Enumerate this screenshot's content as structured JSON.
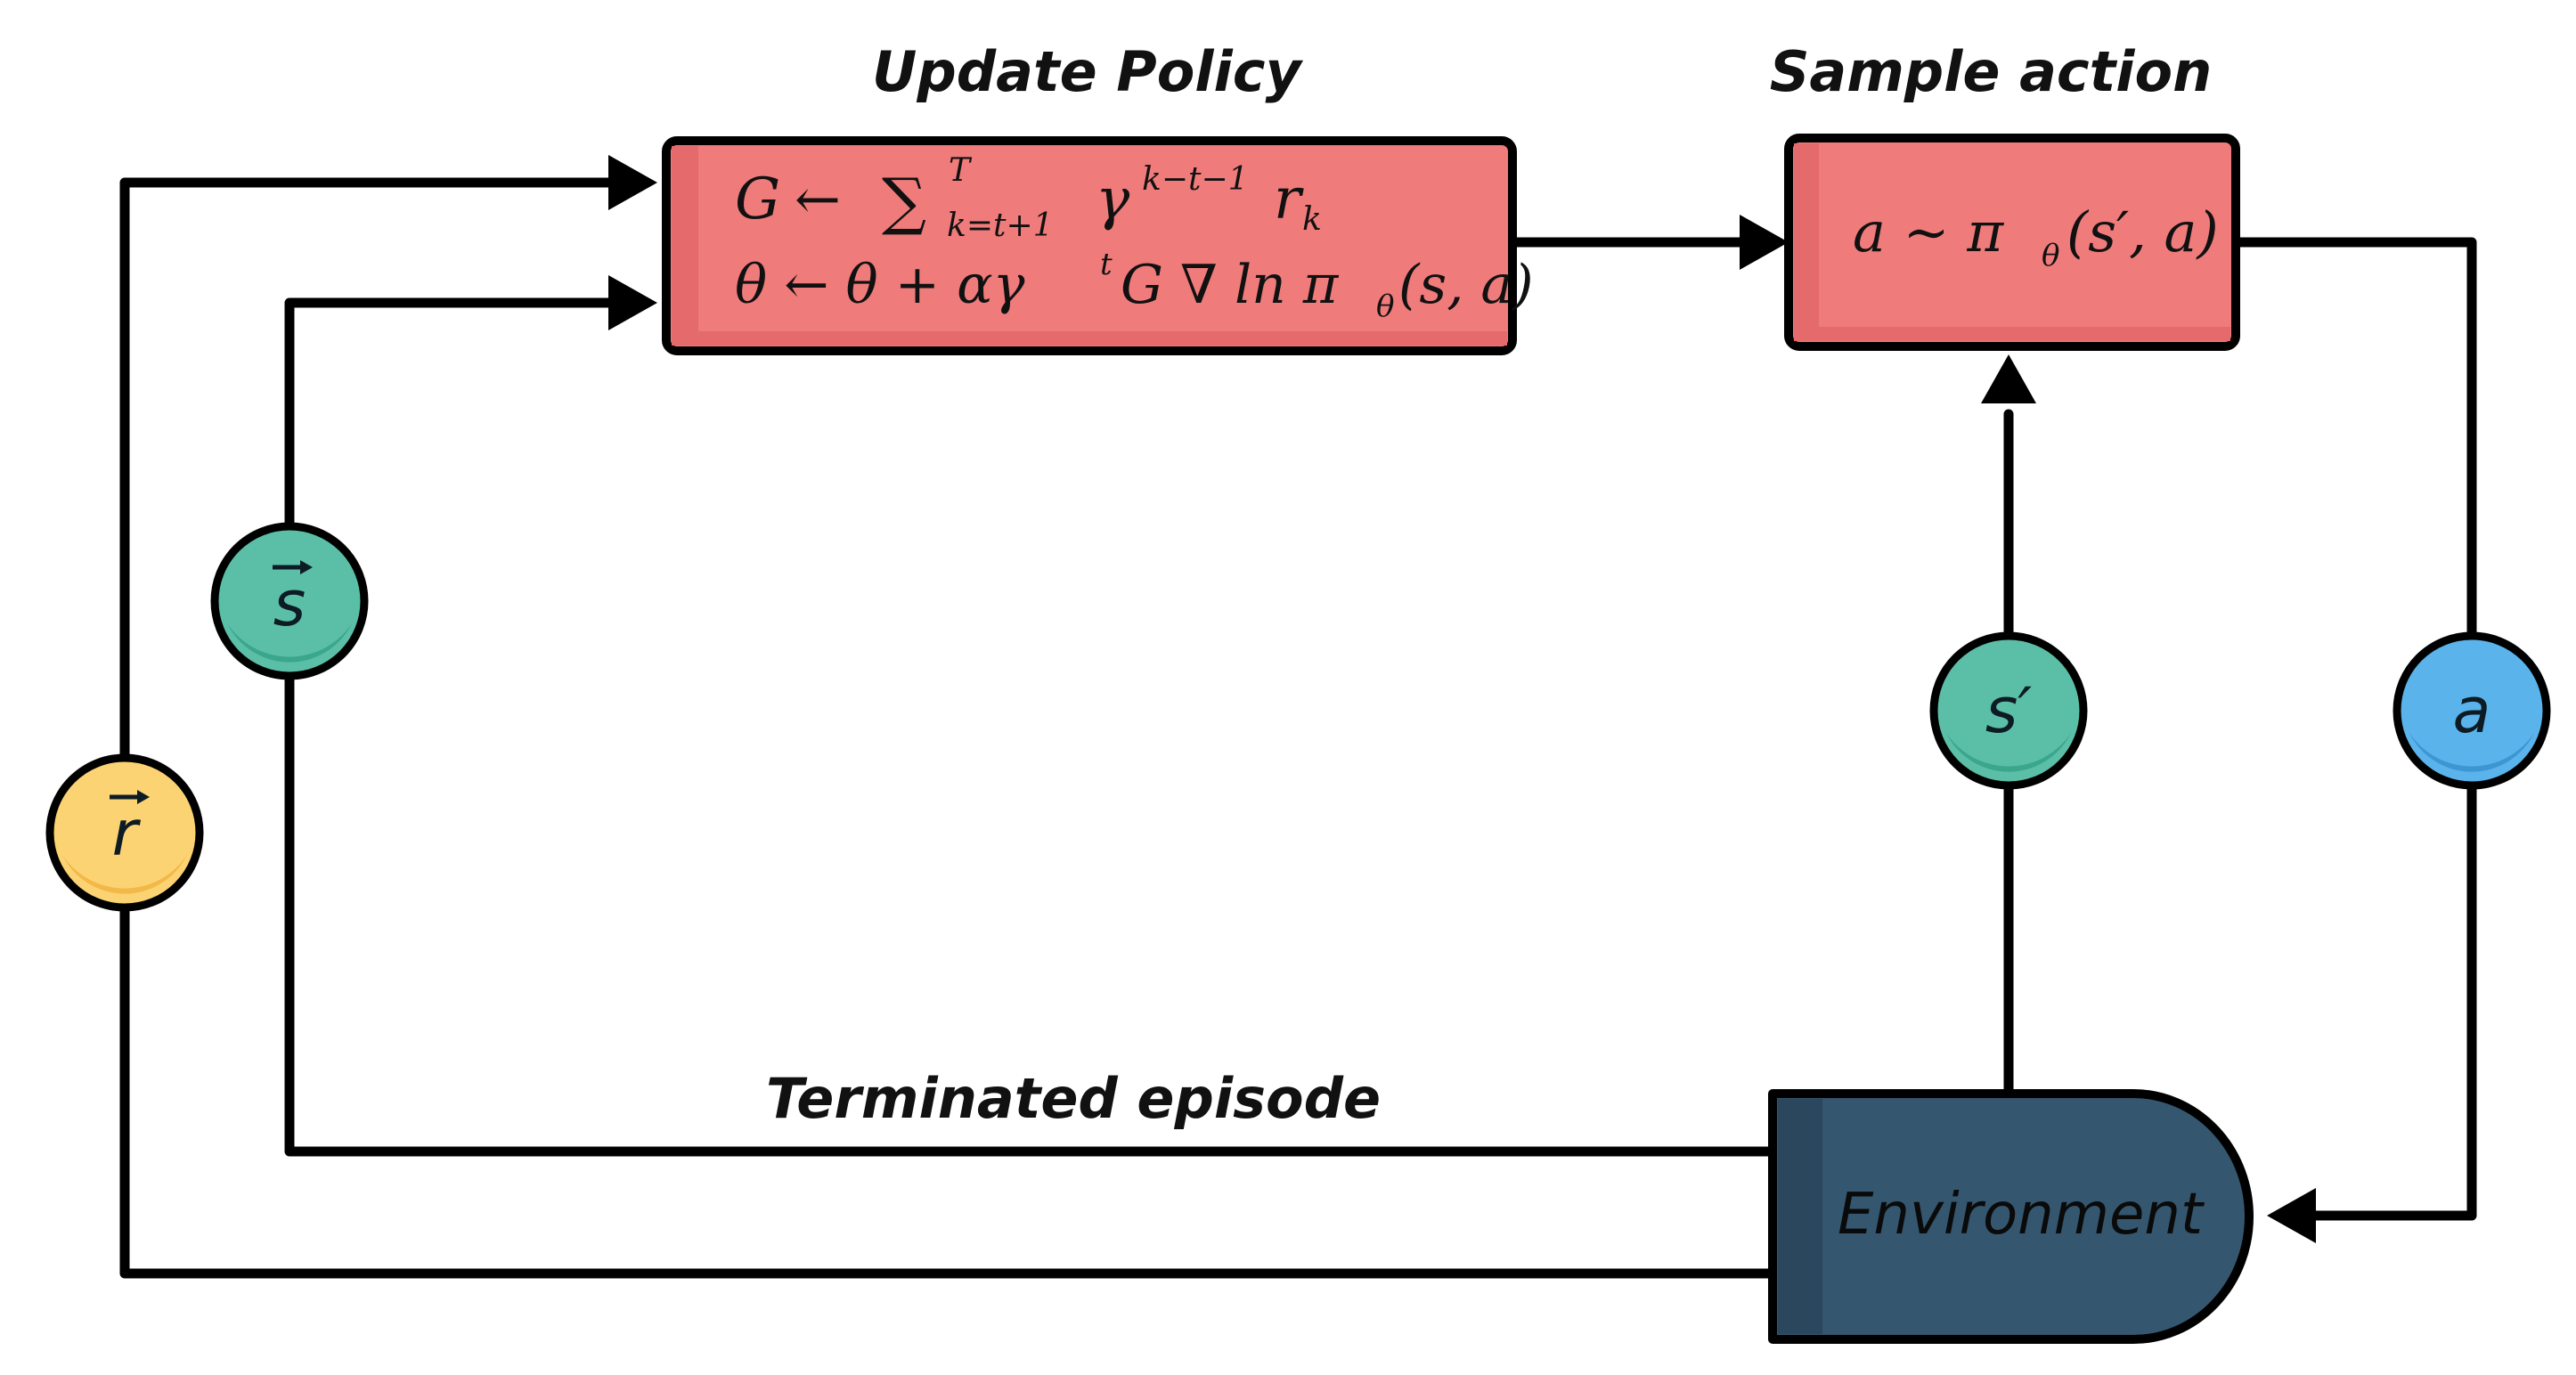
{
  "labels": {
    "update_policy": "Update Policy",
    "sample_action": "Sample action",
    "terminated_episode": "Terminated episode",
    "environment": "Environment"
  },
  "update_box": {
    "line1": {
      "lhs": "G",
      "arrow": "←",
      "sum": "∑",
      "sum_upper": "T",
      "sum_lower": "k=t+1",
      "gamma": "γ",
      "gamma_exp": "k−t−1",
      "r": "r",
      "r_sub": "k"
    },
    "line2": {
      "part1": "θ ← θ + αγ",
      "exp": "t",
      "part2": "G ∇ ln π",
      "sub": "θ",
      "part3": "(s, a)"
    }
  },
  "sample_box": {
    "lhs": "a ∼ π",
    "sub": "θ",
    "rhs": "(s′, a)"
  },
  "nodes": {
    "reward": "r",
    "state": "s",
    "next_state": "s′",
    "action": "a"
  },
  "colors": {
    "box_red": "#f07b7b",
    "box_red_edge": "#e46a6c",
    "env_blue": "#34566f",
    "env_blue_edge": "#2a475d",
    "teal": "#5bbfa7",
    "teal_dark": "#3aa68c",
    "yellow": "#fcd373",
    "yellow_dark": "#f2b948",
    "blue": "#5ab3ea",
    "blue_dark": "#3d95d2"
  }
}
